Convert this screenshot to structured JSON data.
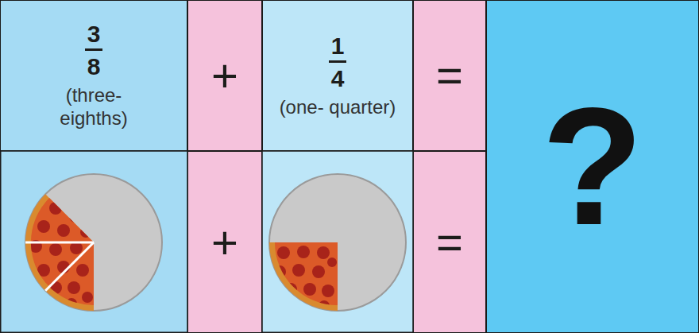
{
  "diagram": {
    "nodes": [
      {
        "text": [
          "3",
          "8",
          "(three- eighths)"
        ]
      },
      {
        "text": [
          "+"
        ]
      },
      {
        "text": [
          "1",
          "4",
          "(one- quarter)"
        ]
      },
      {
        "text": [
          "="
        ]
      },
      {
        "text": [
          "?"
        ]
      },
      {
        "text": [
          "+"
        ]
      },
      {
        "text": [
          "="
        ]
      }
    ]
  }
}
